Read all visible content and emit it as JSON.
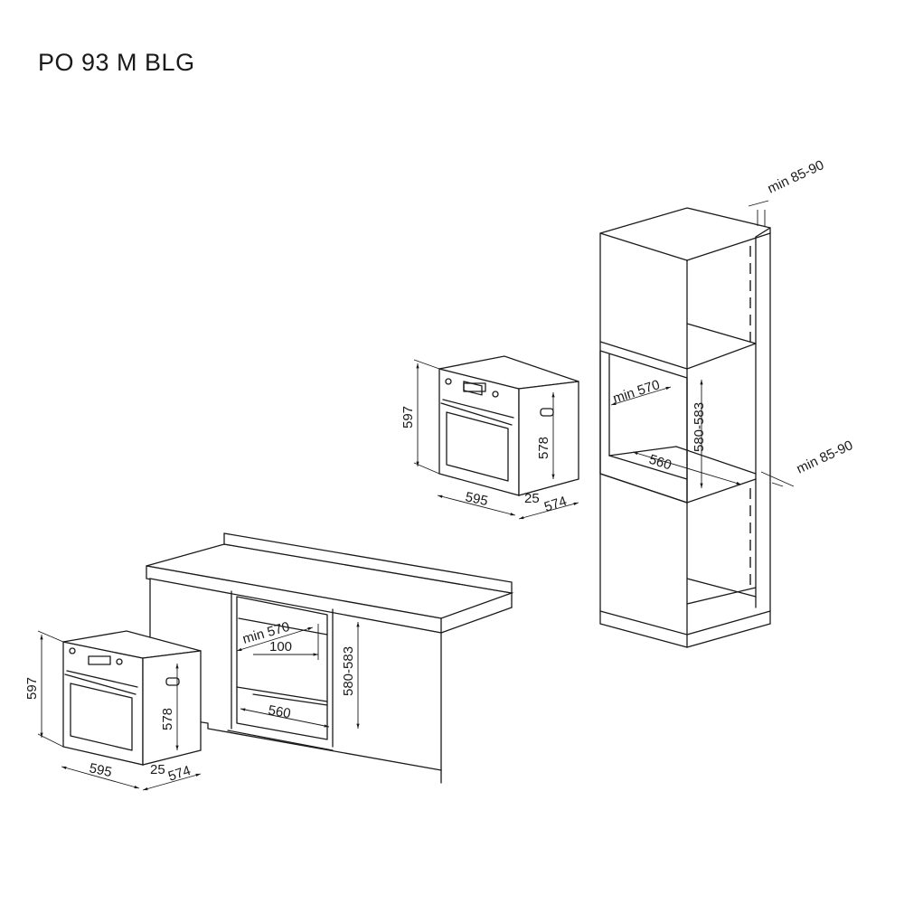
{
  "title": "PO 93 M BLG",
  "dimensions": {
    "oven_height": "597",
    "oven_front_height": "578",
    "oven_width": "595",
    "oven_front_offset": "25",
    "oven_depth": "574",
    "niche_width": "min 570",
    "niche_height": "580-583",
    "niche_depth": "560",
    "vent_gap": "min 85-90",
    "vent_opening": "100"
  }
}
